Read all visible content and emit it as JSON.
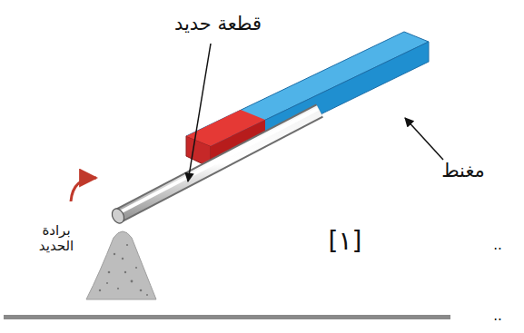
{
  "diagram": {
    "labels": [
      "قطعة حديد",
      "مغنط",
      "برادة الحديد",
      "[١]",
      "..",
      ".."
    ]
  }
}
